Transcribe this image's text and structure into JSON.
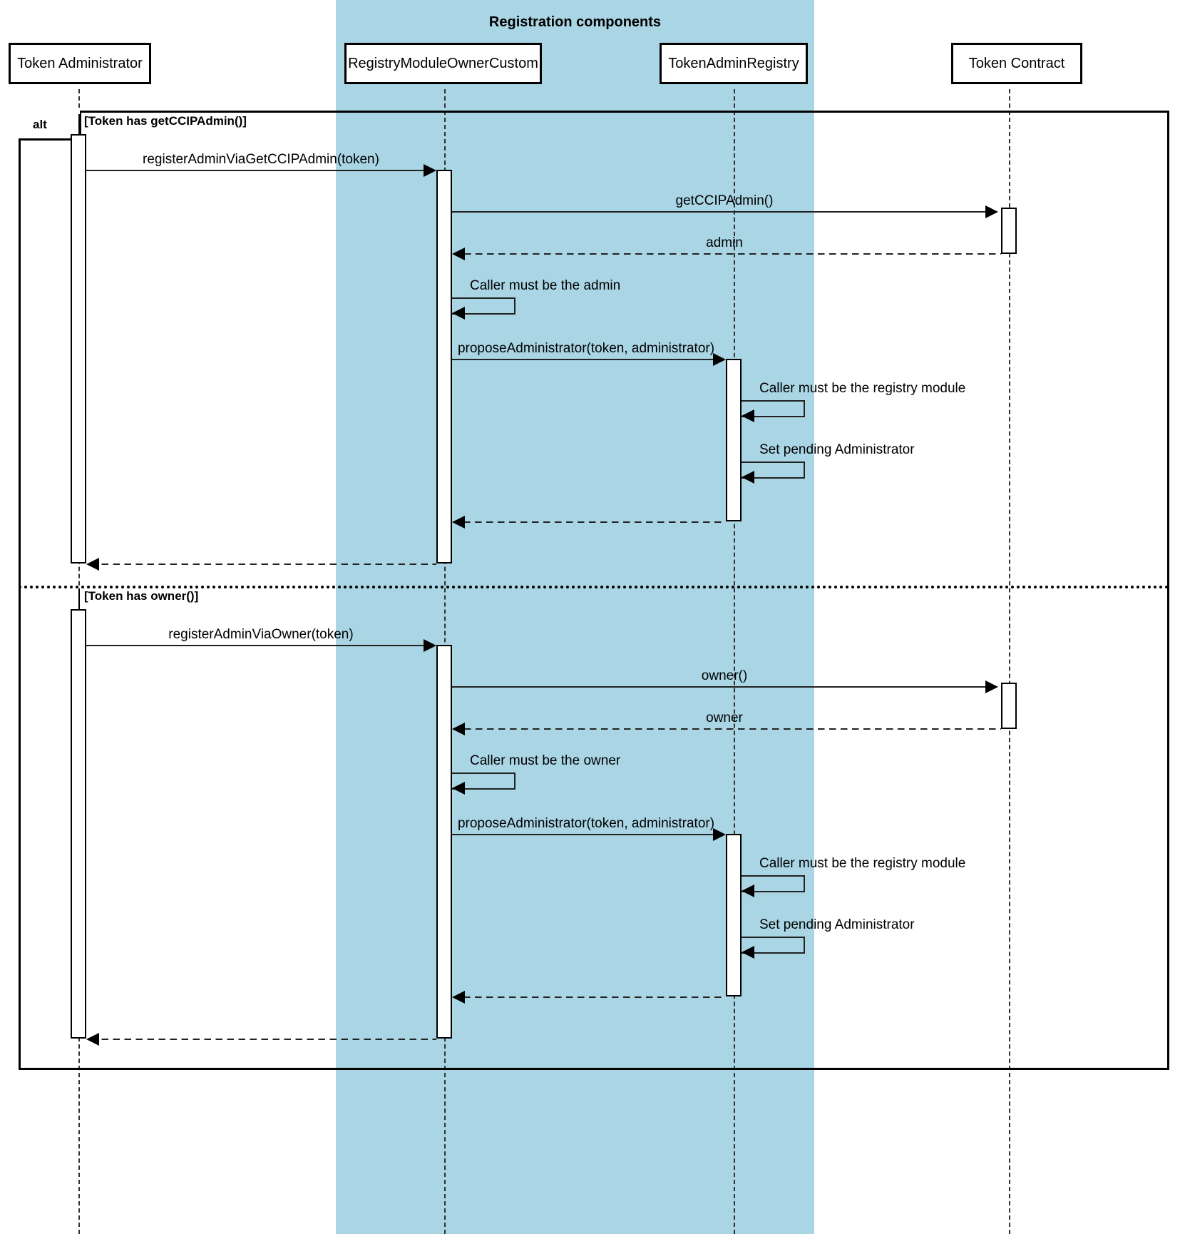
{
  "diagram": {
    "type": "uml-sequence-diagram",
    "group": {
      "title": "Registration components",
      "color": "#a9d5e4",
      "members": [
        "RegistryModuleOwnerCustom",
        "TokenAdminRegistry"
      ]
    },
    "participants": [
      {
        "id": "admin",
        "label": "Token Administrator"
      },
      {
        "id": "registry",
        "label": "RegistryModuleOwnerCustom"
      },
      {
        "id": "tar",
        "label": "TokenAdminRegistry"
      },
      {
        "id": "token",
        "label": "Token Contract"
      }
    ],
    "fragment": {
      "operator": "alt",
      "branches": [
        {
          "guard": "[Token has getCCIPAdmin()]"
        },
        {
          "guard": "[Token has owner()]"
        }
      ]
    },
    "messages": [
      {
        "id": "m1",
        "from": "admin",
        "to": "registry",
        "label": "registerAdminViaGetCCIPAdmin(token)",
        "style": "solid",
        "branch": 0
      },
      {
        "id": "m2",
        "from": "registry",
        "to": "token",
        "label": "getCCIPAdmin()",
        "style": "solid",
        "branch": 0
      },
      {
        "id": "m3",
        "from": "token",
        "to": "registry",
        "label": "admin",
        "style": "dashed",
        "branch": 0
      },
      {
        "id": "m4",
        "from": "registry",
        "to": "registry",
        "label": "Caller must be the admin",
        "style": "solid",
        "branch": 0,
        "self": true
      },
      {
        "id": "m5",
        "from": "registry",
        "to": "tar",
        "label": "proposeAdministrator(token, administrator)",
        "style": "solid",
        "branch": 0
      },
      {
        "id": "m6",
        "from": "tar",
        "to": "tar",
        "label": "Caller must be the registry module",
        "style": "solid",
        "branch": 0,
        "self": true
      },
      {
        "id": "m7",
        "from": "tar",
        "to": "tar",
        "label": "Set pending Administrator",
        "style": "solid",
        "branch": 0,
        "self": true
      },
      {
        "id": "m8",
        "from": "tar",
        "to": "registry",
        "label": "",
        "style": "dashed",
        "branch": 0
      },
      {
        "id": "m9",
        "from": "registry",
        "to": "admin",
        "label": "",
        "style": "dashed",
        "branch": 0
      },
      {
        "id": "m10",
        "from": "admin",
        "to": "registry",
        "label": "registerAdminViaOwner(token)",
        "style": "solid",
        "branch": 1
      },
      {
        "id": "m11",
        "from": "registry",
        "to": "token",
        "label": "owner()",
        "style": "solid",
        "branch": 1
      },
      {
        "id": "m12",
        "from": "token",
        "to": "registry",
        "label": "owner",
        "style": "dashed",
        "branch": 1
      },
      {
        "id": "m13",
        "from": "registry",
        "to": "registry",
        "label": "Caller must be the owner",
        "style": "solid",
        "branch": 1,
        "self": true
      },
      {
        "id": "m14",
        "from": "registry",
        "to": "tar",
        "label": "proposeAdministrator(token, administrator)",
        "style": "solid",
        "branch": 1
      },
      {
        "id": "m15",
        "from": "tar",
        "to": "tar",
        "label": "Caller must be the registry module",
        "style": "solid",
        "branch": 1,
        "self": true
      },
      {
        "id": "m16",
        "from": "tar",
        "to": "tar",
        "label": "Set pending Administrator",
        "style": "solid",
        "branch": 1,
        "self": true
      },
      {
        "id": "m17",
        "from": "tar",
        "to": "registry",
        "label": "",
        "style": "dashed",
        "branch": 1
      },
      {
        "id": "m18",
        "from": "registry",
        "to": "admin",
        "label": "",
        "style": "dashed",
        "branch": 1
      }
    ]
  }
}
